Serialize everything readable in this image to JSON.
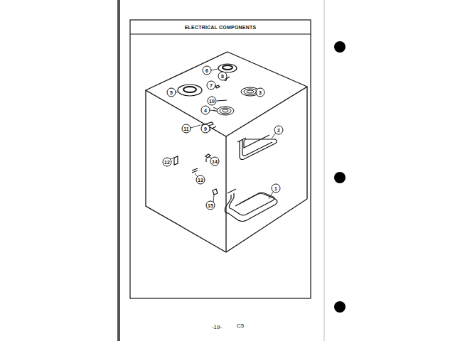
{
  "diagram": {
    "title": "ELECTRICAL COMPONENTS",
    "labels": [
      "1",
      "2",
      "3",
      "4",
      "5",
      "6",
      "7",
      "8",
      "9",
      "10",
      "11",
      "12",
      "13",
      "14",
      "15",
      "-19-",
      "C5"
    ]
  }
}
